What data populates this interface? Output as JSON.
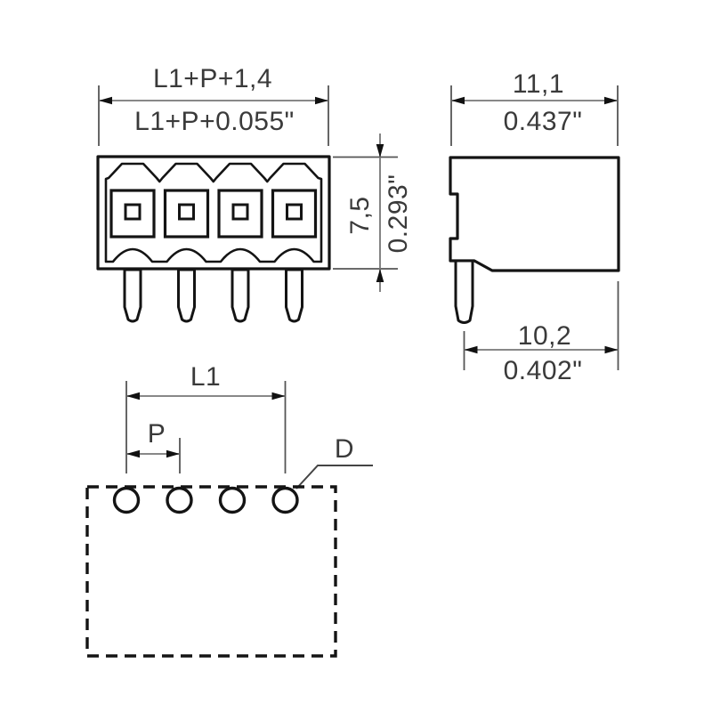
{
  "drawing": {
    "title": "connector-dimension-drawing",
    "views": {
      "front": {
        "name": "front-view",
        "pole_count": 4,
        "width_dim": {
          "mm": "L1+P+1,4",
          "inch": "L1+P+0.055\""
        },
        "height_dim": {
          "mm": "7,5",
          "inch": "0.293\""
        }
      },
      "side": {
        "name": "side-view",
        "width_dim": {
          "mm": "11,1",
          "inch": "0.437\""
        },
        "depth_dim": {
          "mm": "10,2",
          "inch": "0.402\""
        }
      },
      "footprint": {
        "name": "pcb-footprint-view",
        "hole_count": 4,
        "length_label": "L1",
        "pitch_label": "P",
        "hole_diameter_label": "D"
      }
    },
    "colors": {
      "outline": "#141414",
      "dimension_line": "#777777",
      "extension_line": "#555555",
      "text": "#3a3a3a",
      "background": "#ffffff"
    }
  }
}
